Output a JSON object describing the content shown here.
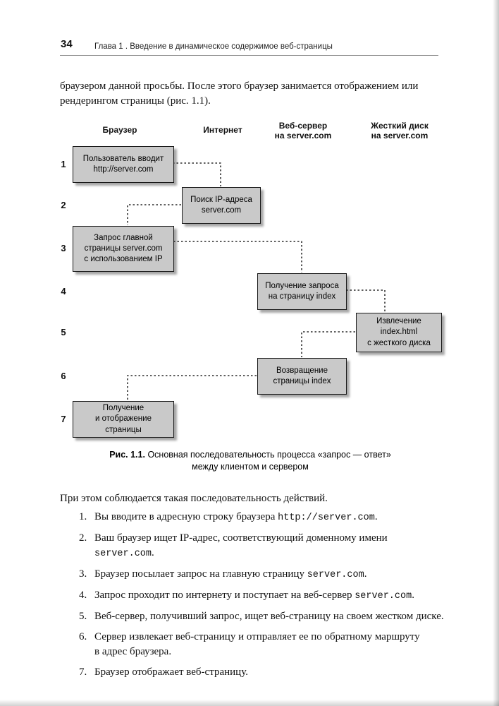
{
  "page": {
    "number": "34",
    "chapter_header": "Глава 1 . Введение в динамическое содержимое веб-страницы"
  },
  "intro": {
    "paragraph": "браузером данной просьбы. После этого браузер занимается отображением или\nрендерингом страницы (рис. 1.1)."
  },
  "diagram": {
    "columns": [
      "Браузер",
      "Интернет",
      "Веб-сервер\nна server.com",
      "Жесткий диск\nна server.com"
    ],
    "row_numbers": [
      "1",
      "2",
      "3",
      "4",
      "5",
      "6",
      "7"
    ],
    "boxes": [
      {
        "label": "Пользователь вводит\nhttp://server.com"
      },
      {
        "label": "Поиск IP-адреса\nserver.com"
      },
      {
        "label": "Запрос главной\nстраницы server.com\nс использованием IP"
      },
      {
        "label": "Получение запроса\nна страницу index"
      },
      {
        "label": "Извлечение\nindex.html\nс жесткого диска"
      },
      {
        "label": "Возвращение\nстраницы index"
      },
      {
        "label": "Получение\nи отображение\nстраницы"
      }
    ],
    "box_fill": "#c9c9c9"
  },
  "caption": {
    "label": "Рис. 1.1.",
    "text": " Основная последовательность процесса «запрос — ответ»\nмежду клиентом и сервером"
  },
  "body": {
    "lead": "При этом соблюдается такая последовательность действий."
  },
  "steps": {
    "items": [
      {
        "number": "1.",
        "segments": [
          {
            "text": "Вы вводите в адресную строку браузера "
          },
          {
            "code": "http://server.com"
          },
          {
            "text": "."
          }
        ]
      },
      {
        "number": "2.",
        "segments": [
          {
            "text": "Ваш браузер ищет IP-адрес, соответствующий доменному имени "
          },
          {
            "code": "server.com"
          },
          {
            "text": "."
          }
        ]
      },
      {
        "number": "3.",
        "segments": [
          {
            "text": "Браузер посылает запрос на главную страницу "
          },
          {
            "code": "server.com"
          },
          {
            "text": "."
          }
        ]
      },
      {
        "number": "4.",
        "segments": [
          {
            "text": "Запрос проходит по интернету и поступает на веб-сервер "
          },
          {
            "code": "server.com"
          },
          {
            "text": "."
          }
        ]
      },
      {
        "number": "5.",
        "segments": [
          {
            "text": "Веб-сервер, получивший запрос, ищет веб-страницу на своем жестком диске."
          }
        ]
      },
      {
        "number": "6.",
        "segments": [
          {
            "text": "Сервер извлекает веб-страницу и отправляет ее по обратному маршруту\nв адрес браузера."
          }
        ]
      },
      {
        "number": "7.",
        "segments": [
          {
            "text": "Браузер отображает веб-страницу."
          }
        ]
      }
    ]
  }
}
